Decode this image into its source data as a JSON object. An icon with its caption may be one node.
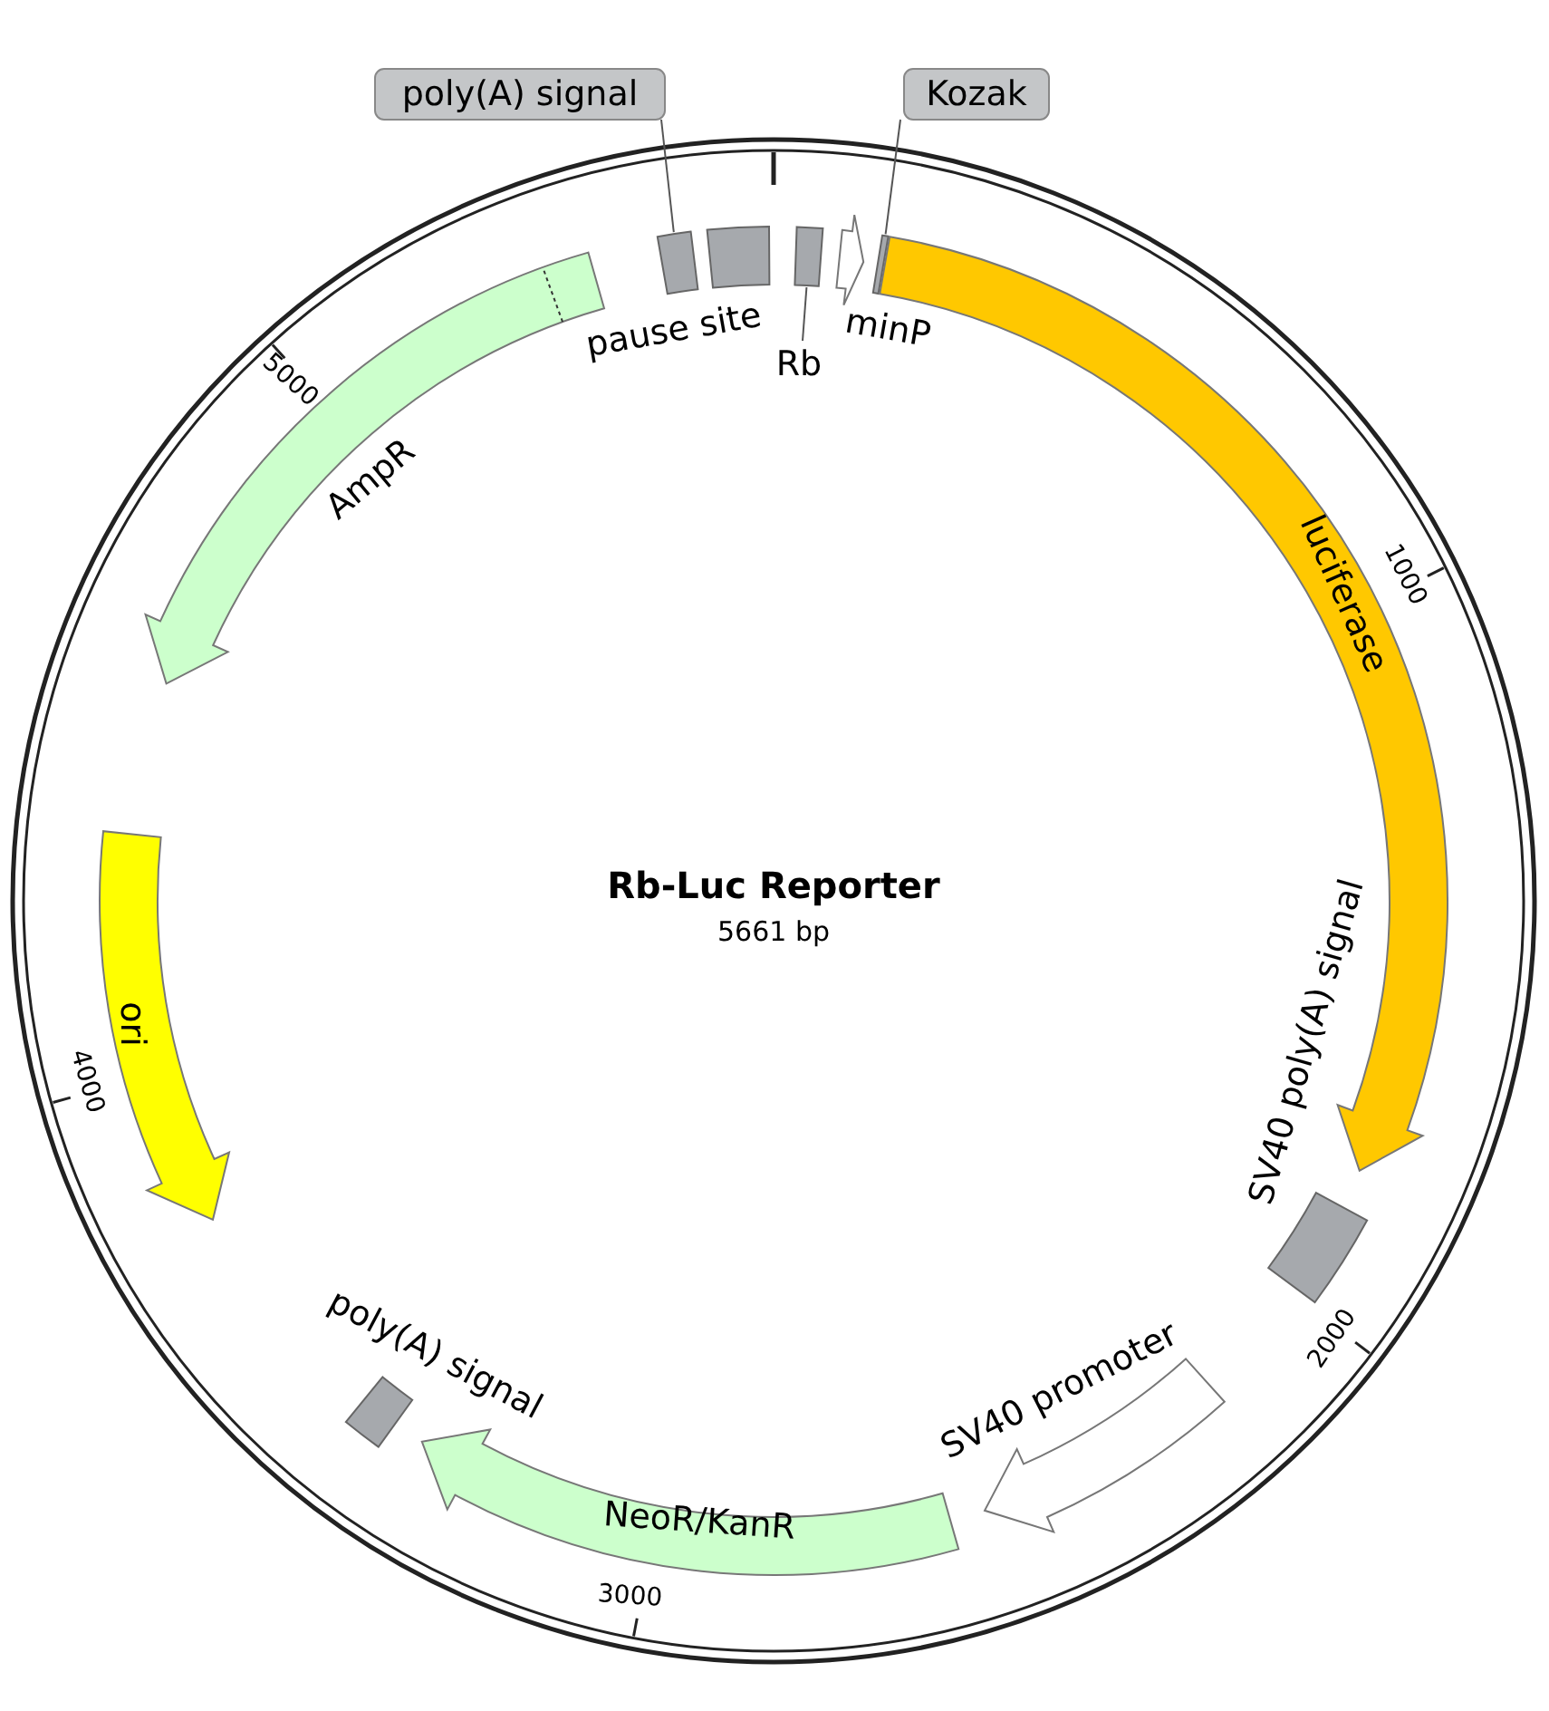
{
  "diagram": {
    "title": "Rb-Luc Reporter",
    "nodes": [
      {
        "text": [
          "poly(A) signal"
        ]
      },
      {
        "text": [
          "Kozak"
        ]
      },
      {
        "text": [],
        "shape": "box"
      },
      {
        "text": [
          "pause site"
        ]
      },
      {
        "text": [],
        "shape": "box"
      },
      {
        "text": [
          "minP"
        ]
      },
      {
        "text": [],
        "shape": "box"
      },
      {
        "text": [
          "Rb"
        ]
      },
      {
        "text": [
          "AmpR"
        ]
      },
      {
        "text": [
          "luciferase"
        ]
      },
      {
        "text": [
          "ori"
        ]
      },
      {
        "text": [
          "SV40 poly(A) signal"
        ]
      },
      {
        "text": [
          "SV40 promoter"
        ]
      },
      {
        "text": [
          "poly(A) signal"
        ]
      },
      {
        "text": [
          "NeoR/KanR"
        ]
      }
    ],
    "edges": [
      {
        "from": 0,
        "to": 2,
        "arrow": "none"
      },
      {
        "from": 1,
        "to": 6,
        "arrow": "none"
      },
      {
        "from": 7,
        "to": 4,
        "arrow": "none"
      }
    ],
    "labels": [
      "5000",
      "1000",
      "5661 bp",
      "4000",
      "2000",
      "3000"
    ]
  }
}
